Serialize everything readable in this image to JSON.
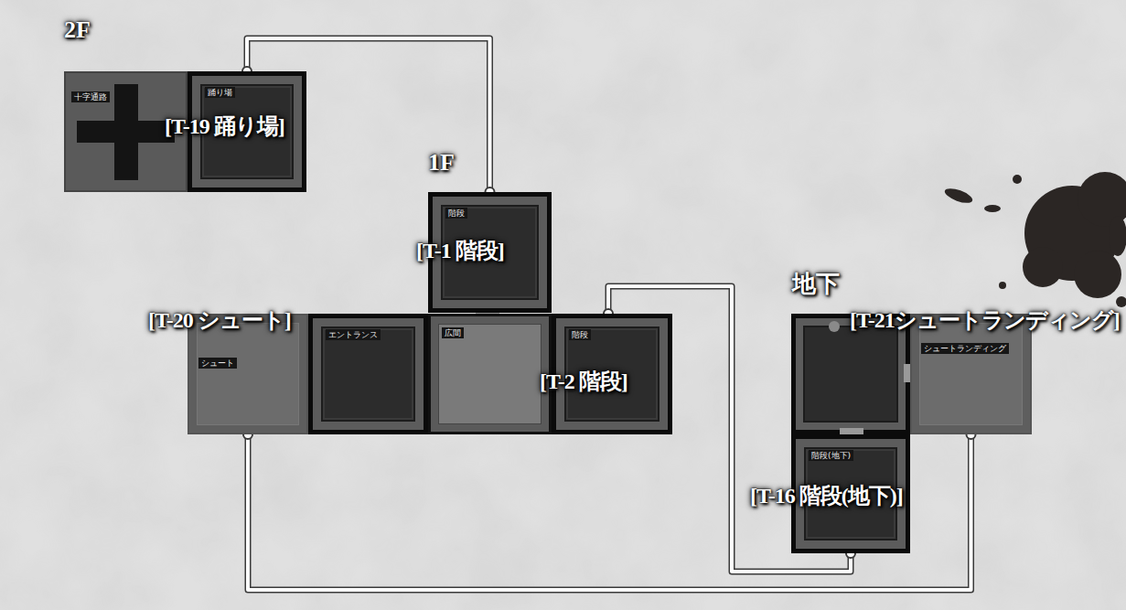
{
  "diagram": {
    "nodes": [
      {
        "text": [
          "十字通路"
        ]
      },
      {
        "text": [
          "踊り場",
          "[T-19 踊り場]"
        ]
      },
      {
        "text": [
          "階段",
          "[T-1 階段]"
        ]
      },
      {
        "text": [
          "シュート",
          "[T-20 シュート]"
        ]
      },
      {
        "text": [
          "エントランス"
        ]
      },
      {
        "text": [
          "広間"
        ]
      },
      {
        "text": [
          "階段",
          "[T-2 階段]"
        ]
      },
      {
        "text": [
          "シュートランディング",
          "[T-21シュートランディング]"
        ]
      },
      {
        "text": [
          "階段(地下)",
          "[T-16 階段(地下)]"
        ]
      }
    ],
    "edges": [
      {
        "from": 2,
        "to": 1,
        "arrow": "none"
      },
      {
        "from": 6,
        "to": 8,
        "arrow": "none"
      },
      {
        "from": 3,
        "to": 7,
        "arrow": "none"
      }
    ],
    "labels": [
      "2F",
      "1F",
      "地下"
    ]
  }
}
